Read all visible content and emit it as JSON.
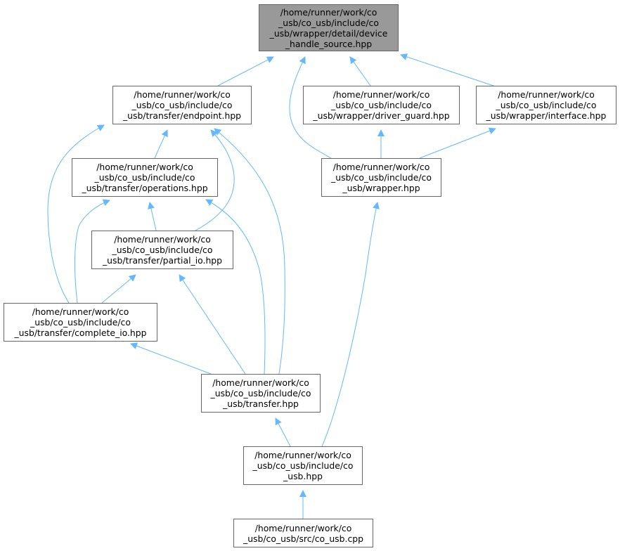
{
  "graph": {
    "edge_color": "#63b8ff",
    "root_fill": "#999999",
    "node_fill": "#ffffff",
    "node_border": "#666666",
    "nodes": {
      "device_handle_source": {
        "lines": [
          "/home/runner/work/co",
          "_usb/co_usb/include/co",
          "_usb/wrapper/detail/device",
          "_handle_source.hpp"
        ]
      },
      "endpoint": {
        "lines": [
          "/home/runner/work/co",
          "_usb/co_usb/include/co",
          "_usb/transfer/endpoint.hpp"
        ]
      },
      "driver_guard": {
        "lines": [
          "/home/runner/work/co",
          "_usb/co_usb/include/co",
          "_usb/wrapper/driver_guard.hpp"
        ]
      },
      "interface": {
        "lines": [
          "/home/runner/work/co",
          "_usb/co_usb/include/co",
          "_usb/wrapper/interface.hpp"
        ]
      },
      "operations": {
        "lines": [
          "/home/runner/work/co",
          "_usb/co_usb/include/co",
          "_usb/transfer/operations.hpp"
        ]
      },
      "wrapper": {
        "lines": [
          "/home/runner/work/co",
          "_usb/co_usb/include/co",
          "_usb/wrapper.hpp"
        ]
      },
      "partial_io": {
        "lines": [
          "/home/runner/work/co",
          "_usb/co_usb/include/co",
          "_usb/transfer/partial_io.hpp"
        ]
      },
      "complete_io": {
        "lines": [
          "/home/runner/work/co",
          "_usb/co_usb/include/co",
          "_usb/transfer/complete_io.hpp"
        ]
      },
      "transfer": {
        "lines": [
          "/home/runner/work/co",
          "_usb/co_usb/include/co",
          "_usb/transfer.hpp"
        ]
      },
      "co_usb_hpp": {
        "lines": [
          "/home/runner/work/co",
          "_usb/co_usb/include/co",
          "_usb.hpp"
        ]
      },
      "co_usb_cpp": {
        "lines": [
          "/home/runner/work/co",
          "_usb/co_usb/src/co_usb.cpp"
        ]
      }
    },
    "edges": [
      {
        "from": "endpoint",
        "to": "device_handle_source"
      },
      {
        "from": "wrapper",
        "to": "device_handle_source"
      },
      {
        "from": "driver_guard",
        "to": "device_handle_source"
      },
      {
        "from": "interface",
        "to": "device_handle_source"
      },
      {
        "from": "operations",
        "to": "endpoint"
      },
      {
        "from": "partial_io",
        "to": "endpoint"
      },
      {
        "from": "complete_io",
        "to": "endpoint"
      },
      {
        "from": "transfer",
        "to": "endpoint"
      },
      {
        "from": "wrapper",
        "to": "driver_guard"
      },
      {
        "from": "wrapper",
        "to": "interface"
      },
      {
        "from": "partial_io",
        "to": "operations"
      },
      {
        "from": "complete_io",
        "to": "operations"
      },
      {
        "from": "transfer",
        "to": "operations"
      },
      {
        "from": "complete_io",
        "to": "partial_io"
      },
      {
        "from": "transfer",
        "to": "partial_io"
      },
      {
        "from": "transfer",
        "to": "complete_io"
      },
      {
        "from": "co_usb_hpp",
        "to": "transfer"
      },
      {
        "from": "co_usb_hpp",
        "to": "wrapper"
      },
      {
        "from": "co_usb_cpp",
        "to": "co_usb_hpp"
      }
    ]
  }
}
